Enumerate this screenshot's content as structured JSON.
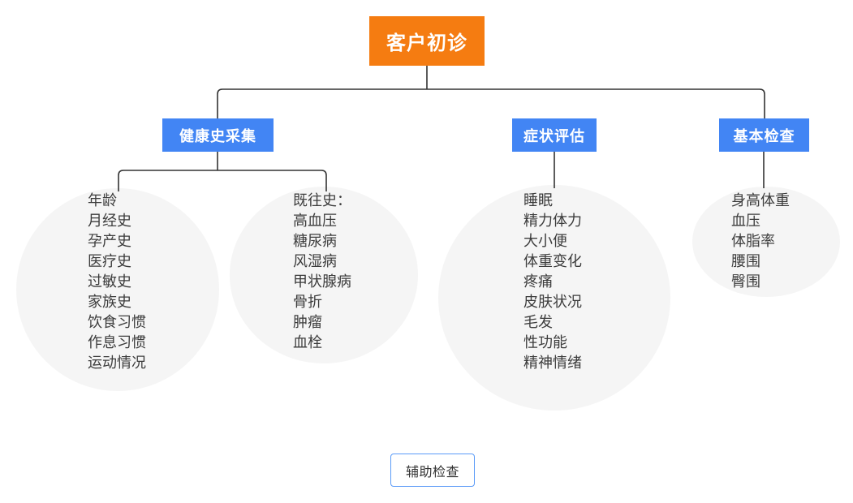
{
  "diagram": {
    "title": "客户初诊",
    "root": {
      "label": "客户初诊",
      "color": "#f57c11"
    },
    "branches": [
      {
        "label": "健康史采集",
        "color": "#4285f4",
        "groups": [
          {
            "name": "health-history-basic",
            "items": [
              "年龄",
              "月经史",
              "孕产史",
              "医疗史",
              "过敏史",
              "家族史",
              "饮食习惯",
              "作息习惯",
              "运动情况"
            ]
          },
          {
            "name": "health-history-past",
            "items": [
              "既往史：",
              "高血压",
              "糖尿病",
              "风湿病",
              "甲状腺病",
              "骨折",
              "肿瘤",
              "血栓"
            ]
          }
        ]
      },
      {
        "label": "症状评估",
        "color": "#4285f4",
        "groups": [
          {
            "name": "symptom-assessment",
            "items": [
              "睡眠",
              "精力体力",
              "大小便",
              "体重变化",
              "疼痛",
              "皮肤状况",
              "毛发",
              "性功能",
              "精神情绪"
            ]
          }
        ]
      },
      {
        "label": "基本检查",
        "color": "#4285f4",
        "groups": [
          {
            "name": "basic-exam",
            "items": [
              "身高体重",
              "血压",
              "体脂率",
              "腰围",
              "臀围"
            ]
          }
        ]
      }
    ],
    "footer_node": {
      "label": "辅助检查",
      "border_color": "#5b9bf8",
      "text_color": "#333333"
    },
    "colors": {
      "root_fill": "#f57c11",
      "branch_fill": "#4285f4",
      "blob_fill": "#f5f5f5",
      "connector": "#333333",
      "leaf_text": "#3c3c3c",
      "background": "#ffffff"
    }
  }
}
